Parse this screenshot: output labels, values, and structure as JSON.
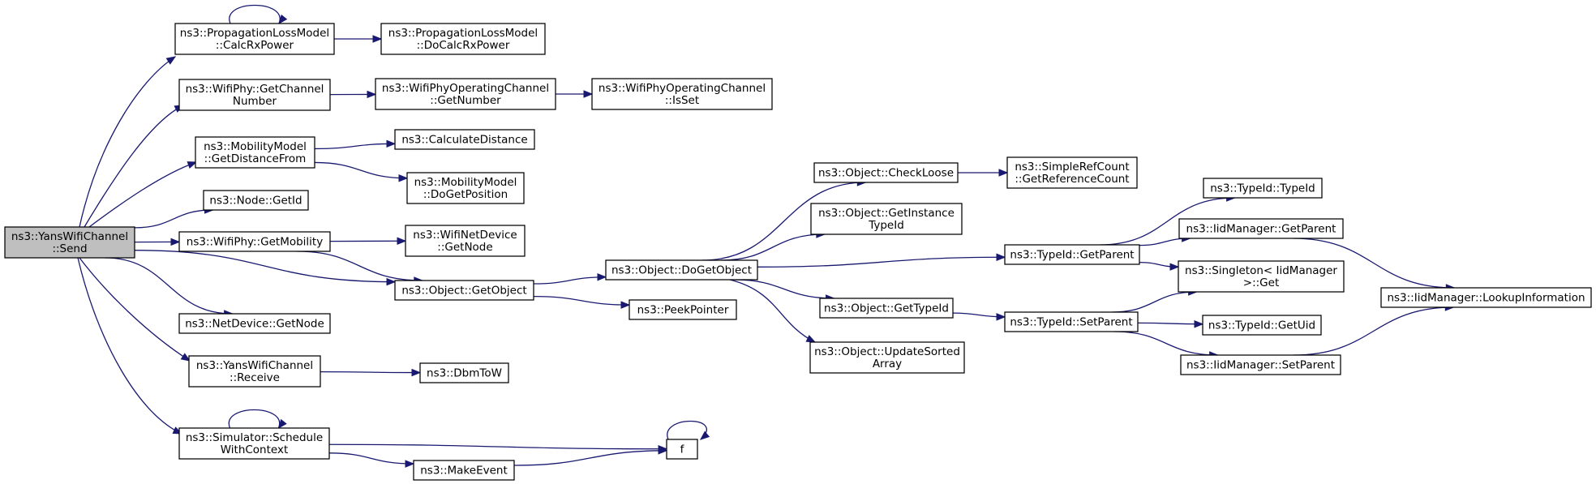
{
  "graph": {
    "title": "",
    "colors": {
      "edge": "#191970",
      "root_fill": "#bfbfbf",
      "node_fill": "#ffffff",
      "border": "#000000"
    },
    "nodes": {
      "send": {
        "lines": [
          "ns3::YansWifiChannel",
          "::Send"
        ],
        "root": true
      },
      "calcrx": {
        "lines": [
          "ns3::PropagationLossModel",
          "::CalcRxPower"
        ]
      },
      "docalcrx": {
        "lines": [
          "ns3::PropagationLossModel",
          "::DoCalcRxPower"
        ]
      },
      "getchannelnumber": {
        "lines": [
          "ns3::WifiPhy::GetChannel",
          "Number"
        ]
      },
      "opgetnumber": {
        "lines": [
          "ns3::WifiPhyOperatingChannel",
          "::GetNumber"
        ]
      },
      "opisset": {
        "lines": [
          "ns3::WifiPhyOperatingChannel",
          "::IsSet"
        ]
      },
      "getdistancefrom": {
        "lines": [
          "ns3::MobilityModel",
          "::GetDistanceFrom"
        ]
      },
      "calcdistance": {
        "lines": [
          "ns3::CalculateDistance"
        ]
      },
      "dogetposition": {
        "lines": [
          "ns3::MobilityModel",
          "::DoGetPosition"
        ]
      },
      "nodegetid": {
        "lines": [
          "ns3::Node::GetId"
        ]
      },
      "getmobility": {
        "lines": [
          "ns3::WifiPhy::GetMobility"
        ]
      },
      "wifinetdevgetnode": {
        "lines": [
          "ns3::WifiNetDevice",
          "::GetNode"
        ]
      },
      "getobject": {
        "lines": [
          "ns3::Object::GetObject"
        ]
      },
      "dogetobject": {
        "lines": [
          "ns3::Object::DoGetObject"
        ]
      },
      "peekpointer": {
        "lines": [
          "ns3::PeekPointer"
        ]
      },
      "netdevgetnode": {
        "lines": [
          "ns3::NetDevice::GetNode"
        ]
      },
      "receive": {
        "lines": [
          "ns3::YansWifiChannel",
          "::Receive"
        ]
      },
      "dbmtow": {
        "lines": [
          "ns3::DbmToW"
        ]
      },
      "schedule": {
        "lines": [
          "ns3::Simulator::Schedule",
          "WithContext"
        ]
      },
      "makeevent": {
        "lines": [
          "ns3::MakeEvent"
        ]
      },
      "f": {
        "lines": [
          "f"
        ]
      },
      "checkloose": {
        "lines": [
          "ns3::Object::CheckLoose"
        ]
      },
      "getrefcount": {
        "lines": [
          "ns3::SimpleRefCount",
          "::GetReferenceCount"
        ]
      },
      "getinstancetypeid": {
        "lines": [
          "ns3::Object::GetInstance",
          "TypeId"
        ]
      },
      "objgettypeid": {
        "lines": [
          "ns3::Object::GetTypeId"
        ]
      },
      "updatesorted": {
        "lines": [
          "ns3::Object::UpdateSorted",
          "Array"
        ]
      },
      "typeidgetparent": {
        "lines": [
          "ns3::TypeId::GetParent"
        ]
      },
      "typeidsetparent": {
        "lines": [
          "ns3::TypeId::SetParent"
        ]
      },
      "typeidtypeid": {
        "lines": [
          "ns3::TypeId::TypeId"
        ]
      },
      "iidgetparent": {
        "lines": [
          "ns3::IidManager::GetParent"
        ]
      },
      "singletonget": {
        "lines": [
          "ns3::Singleton< IidManager",
          ">::Get"
        ]
      },
      "typeidgetuid": {
        "lines": [
          "ns3::TypeId::GetUid"
        ]
      },
      "iidsetparent": {
        "lines": [
          "ns3::IidManager::SetParent"
        ]
      },
      "lookupinfo": {
        "lines": [
          "ns3::IidManager::LookupInformation"
        ]
      }
    },
    "edges": [
      [
        "send",
        "calcrx"
      ],
      [
        "calcrx",
        "calcrx"
      ],
      [
        "calcrx",
        "docalcrx"
      ],
      [
        "send",
        "getchannelnumber"
      ],
      [
        "getchannelnumber",
        "opgetnumber"
      ],
      [
        "opgetnumber",
        "opisset"
      ],
      [
        "send",
        "getdistancefrom"
      ],
      [
        "getdistancefrom",
        "calcdistance"
      ],
      [
        "getdistancefrom",
        "dogetposition"
      ],
      [
        "send",
        "nodegetid"
      ],
      [
        "send",
        "getmobility"
      ],
      [
        "getmobility",
        "wifinetdevgetnode"
      ],
      [
        "getmobility",
        "getobject"
      ],
      [
        "send",
        "getobject"
      ],
      [
        "getobject",
        "dogetobject"
      ],
      [
        "getobject",
        "peekpointer"
      ],
      [
        "send",
        "netdevgetnode"
      ],
      [
        "send",
        "receive"
      ],
      [
        "receive",
        "dbmtow"
      ],
      [
        "send",
        "schedule"
      ],
      [
        "schedule",
        "schedule"
      ],
      [
        "schedule",
        "f"
      ],
      [
        "schedule",
        "makeevent"
      ],
      [
        "makeevent",
        "f"
      ],
      [
        "f",
        "f"
      ],
      [
        "dogetobject",
        "checkloose"
      ],
      [
        "checkloose",
        "getrefcount"
      ],
      [
        "dogetobject",
        "getinstancetypeid"
      ],
      [
        "dogetobject",
        "objgettypeid"
      ],
      [
        "dogetobject",
        "updatesorted"
      ],
      [
        "dogetobject",
        "typeidgetparent"
      ],
      [
        "objgettypeid",
        "typeidsetparent"
      ],
      [
        "typeidgetparent",
        "typeidtypeid"
      ],
      [
        "typeidgetparent",
        "iidgetparent"
      ],
      [
        "typeidgetparent",
        "singletonget"
      ],
      [
        "iidgetparent",
        "lookupinfo"
      ],
      [
        "typeidsetparent",
        "singletonget"
      ],
      [
        "typeidsetparent",
        "typeidgetuid"
      ],
      [
        "typeidsetparent",
        "iidsetparent"
      ],
      [
        "iidsetparent",
        "lookupinfo"
      ]
    ]
  }
}
